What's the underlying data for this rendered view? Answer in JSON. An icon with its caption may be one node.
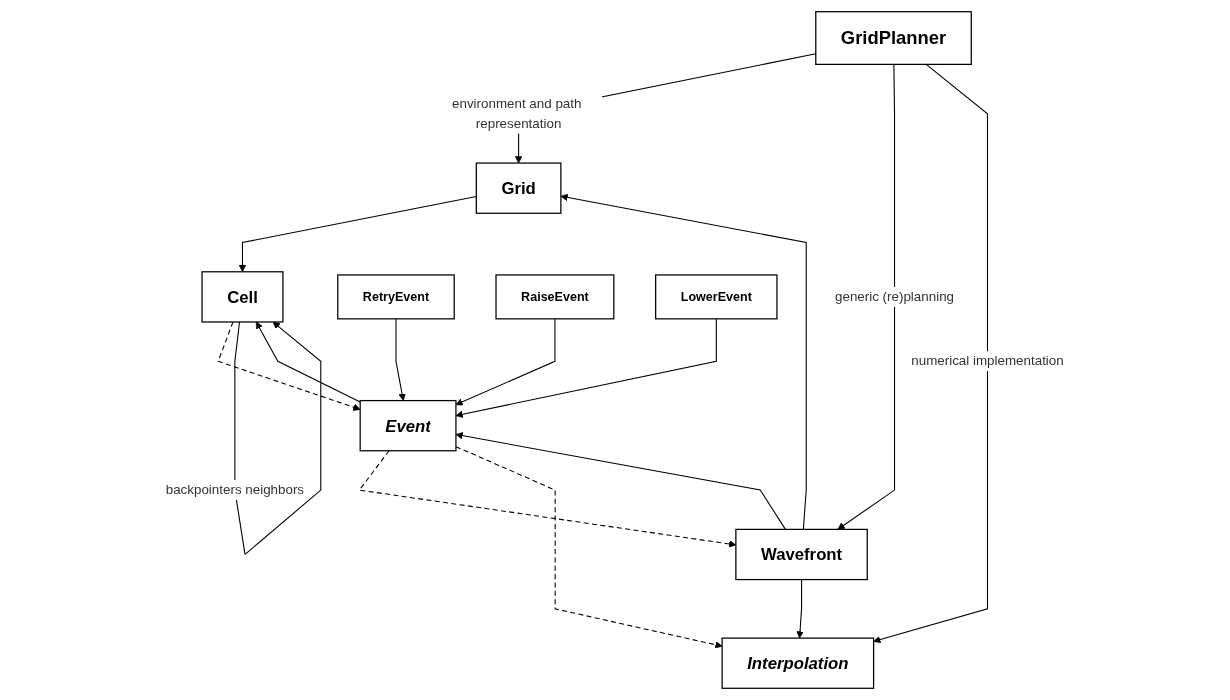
{
  "diagram": {
    "nodes": [
      {
        "text": [
          "GridPlanner"
        ]
      },
      {
        "text": [
          "Grid"
        ]
      },
      {
        "text": [
          "Wavefront"
        ]
      },
      {
        "text": [
          "Interpolation"
        ]
      },
      {
        "text": [
          "Cell"
        ]
      },
      {
        "text": [
          "Event"
        ]
      },
      {
        "text": [
          "RetryEvent"
        ]
      },
      {
        "text": [
          "RaiseEvent"
        ]
      },
      {
        "text": [
          "LowerEvent"
        ]
      }
    ],
    "edges": [
      {
        "from": 0,
        "to": 1,
        "arrow": "to",
        "label": "environment and path representation"
      },
      {
        "from": 0,
        "to": 2,
        "arrow": "to",
        "label": "generic (re)planning"
      },
      {
        "from": 0,
        "to": 3,
        "arrow": "to",
        "label": "numerical implementation"
      },
      {
        "from": 2,
        "to": 1,
        "arrow": "to"
      },
      {
        "from": 2,
        "to": 3,
        "arrow": "to"
      },
      {
        "from": 1,
        "to": 4,
        "arrow": "to"
      },
      {
        "from": 2,
        "to": 5,
        "arrow": "to"
      },
      {
        "from": 5,
        "to": 2,
        "arrow": "to",
        "style": "dashed"
      },
      {
        "from": 5,
        "to": 4,
        "arrow": "to"
      },
      {
        "from": 4,
        "to": 5,
        "arrow": "to",
        "style": "dashed"
      },
      {
        "from": 5,
        "to": 3,
        "arrow": "to",
        "style": "dashed"
      },
      {
        "from": 4,
        "to": 4,
        "arrow": "to",
        "label": "backpointers neighbors"
      },
      {
        "from": 6,
        "to": 5,
        "arrow": "to"
      },
      {
        "from": 7,
        "to": 5,
        "arrow": "to"
      },
      {
        "from": 8,
        "to": 5,
        "arrow": "to"
      }
    ]
  }
}
